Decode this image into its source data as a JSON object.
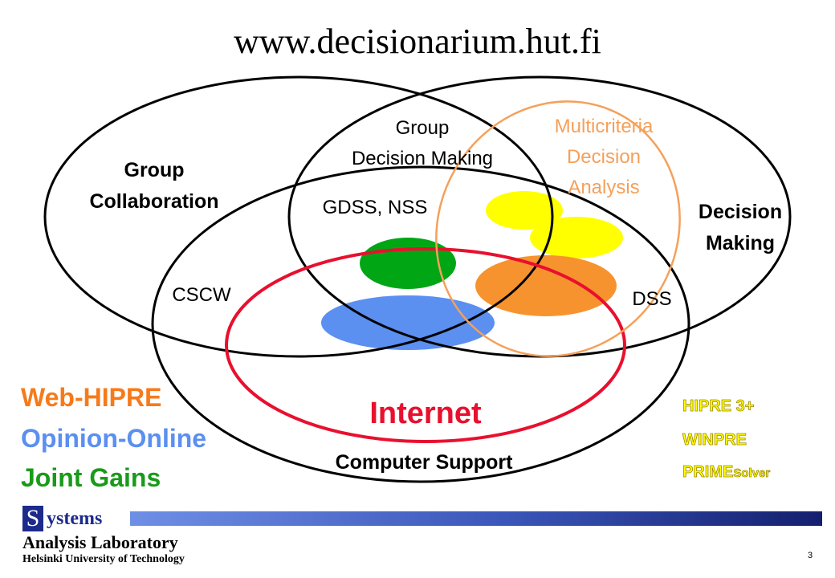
{
  "title": "www.decisionarium.hut.fi",
  "circles": {
    "group_collaboration": [
      "Group",
      "Collaboration"
    ],
    "decision_making": [
      "Decision",
      "Making"
    ],
    "computer_support": "Computer Support",
    "internet": "Internet",
    "multicriteria": [
      "Multicriteria",
      "Decision",
      "Analysis"
    ]
  },
  "regions": {
    "group_decision_making": [
      "Group",
      "Decision Making"
    ],
    "gdss_nss": "GDSS, NSS",
    "cscw": "CSCW",
    "dss": "DSS"
  },
  "left_products": [
    "Web-HIPRE",
    "Opinion-Online",
    "Joint Gains"
  ],
  "right_products": {
    "line1": "HIPRE 3+",
    "line2": "WINPRE",
    "line3_main": "PRIME",
    "line3_sub": "Solver"
  },
  "colors": {
    "red": "#e8102e",
    "orange_text": "#f5a05a",
    "orange_fill": "#f7932e",
    "yellow": "#ffff00",
    "green": "#00a614",
    "blue": "#5b8ff0",
    "product_orange": "#f77a1a",
    "product_blue": "#5b8ff0",
    "product_green": "#1a9a1a",
    "product_yellow": "#ffff00",
    "logo_blue": "#1c2a8c"
  },
  "footer": {
    "logo_letter": "S",
    "logo_rest": "ystems",
    "line2": "Analysis Laboratory",
    "line3": "Helsinki University of Technology",
    "page_number": "3"
  }
}
